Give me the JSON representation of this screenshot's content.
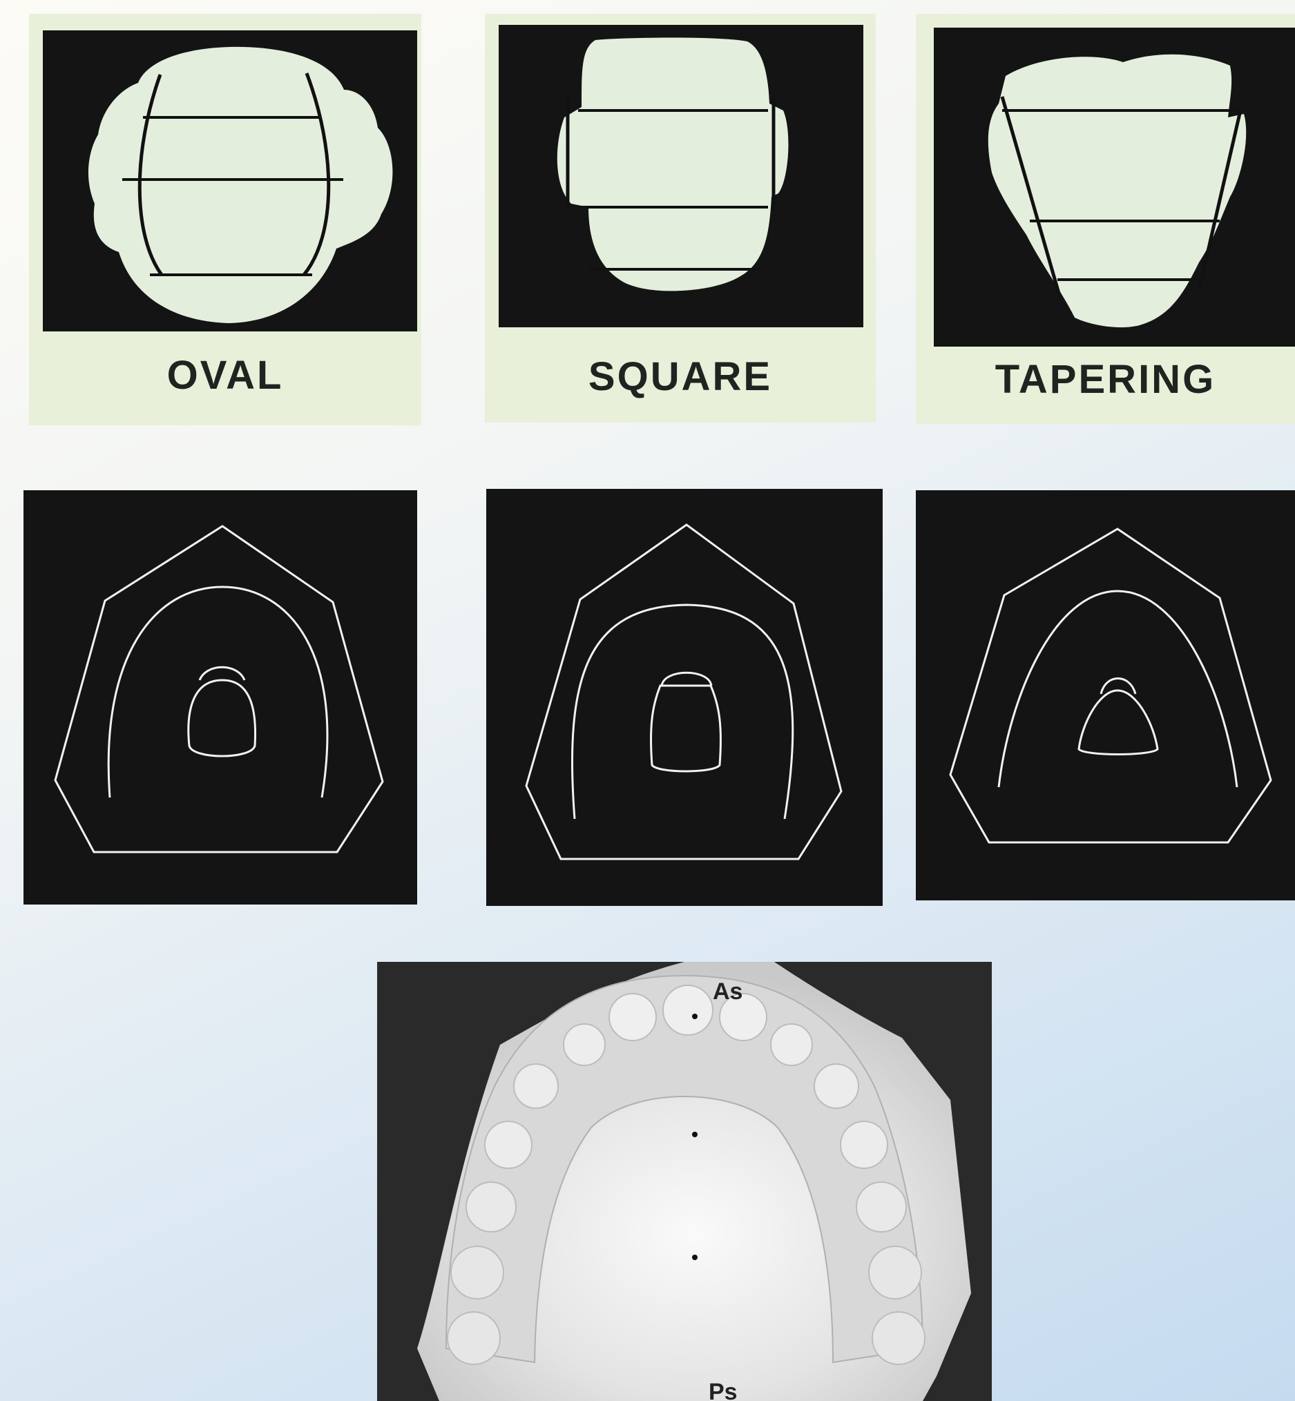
{
  "faces": [
    {
      "label": "OVAL",
      "icon": "oval-face-silhouette"
    },
    {
      "label": "SQUARE",
      "icon": "square-face-silhouette"
    },
    {
      "label": "TAPERING",
      "icon": "tapering-face-silhouette"
    }
  ],
  "arches": [
    {
      "icon": "oval-arch-outline"
    },
    {
      "icon": "square-arch-outline"
    },
    {
      "icon": "tapering-arch-outline"
    }
  ],
  "cast": {
    "icon": "maxillary-dental-cast-photo",
    "landmarks": {
      "anterior": "As",
      "posterior": "Ps"
    }
  },
  "colors": {
    "card": "#e8f0d9",
    "face_fill": "#e4eedd",
    "panel": "#141414",
    "line": "#f2f2f2"
  }
}
